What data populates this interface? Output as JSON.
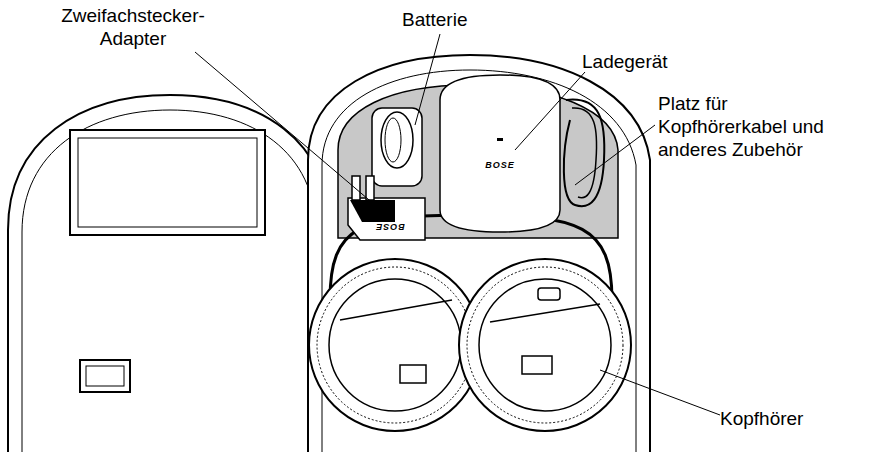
{
  "diagram": {
    "labels": [
      "Zweifachstecker-Adapter",
      "Batterie",
      "Ladegerät",
      "Platz für Kopfhörerkabel und anderes Zubehör",
      "Kopfhörer",
      "BOSE",
      "BOSE"
    ]
  }
}
